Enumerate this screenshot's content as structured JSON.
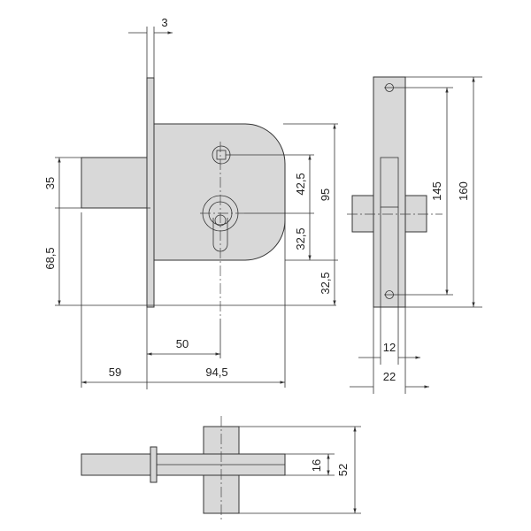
{
  "title": "Lock technical drawing",
  "front_view": {
    "dim_faceplate": "3",
    "dim_bolt_height": "35",
    "dim_bolt_to_bottom": "68,5",
    "dim_hole_to_cylinder": "42,5",
    "dim_cylinder_to_case_bottom": "32,5",
    "dim_case_height": "95",
    "dim_case_to_plate_bottom": "32,5",
    "dim_backset": "50",
    "dim_bolt_throw": "59",
    "dim_case_width": "94,5"
  },
  "side_view": {
    "dim_hole_spacing": "145",
    "dim_plate_height": "160",
    "dim_inner_width": "12",
    "dim_plate_width": "22"
  },
  "bottom_view": {
    "dim_bolt_thickness": "16",
    "dim_square_width": "52"
  }
}
